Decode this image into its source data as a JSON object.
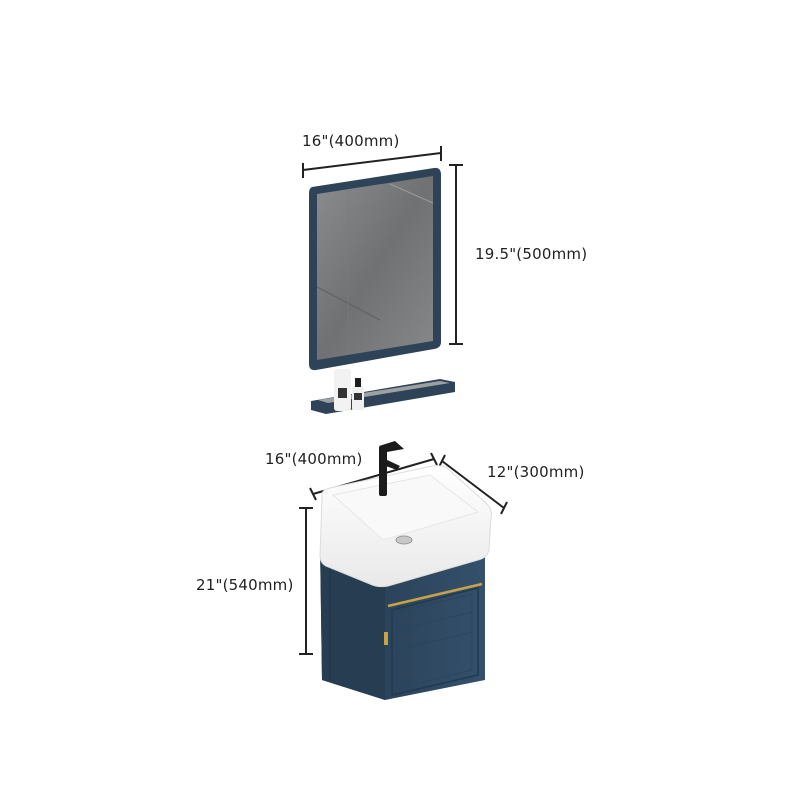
{
  "product": {
    "name": "Wall-mounted bathroom vanity set with mirror and shelf",
    "colors": {
      "cabinet": "#2f4a63",
      "frame": "#2e4357",
      "handle_gold": "#c9a24a",
      "basin": "#f6f6f6",
      "mirror_gray": "#7b7d7f",
      "faucet": "#1b1b1b",
      "dimension_line": "#222222"
    }
  },
  "dimensions": {
    "mirror_width": "16\"(400mm)",
    "mirror_height": "19.5\"(500mm)",
    "basin_width": "16\"(400mm)",
    "basin_depth": "12\"(300mm)",
    "cabinet_height": "21\"(540mm)"
  },
  "components": [
    {
      "name": "Mirror"
    },
    {
      "name": "Shelf"
    },
    {
      "name": "Basin with faucet"
    },
    {
      "name": "Cabinet with door"
    }
  ]
}
